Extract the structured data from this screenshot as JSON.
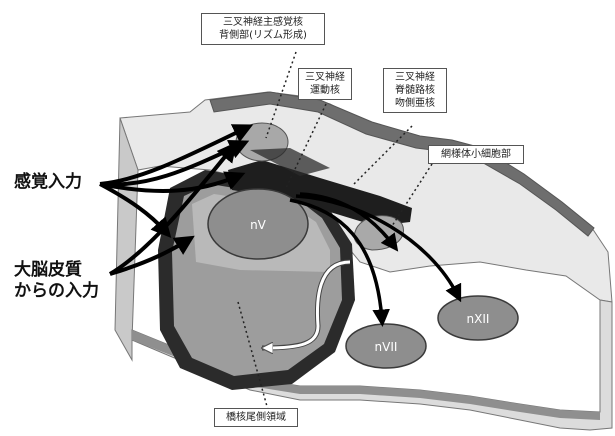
{
  "labels": {
    "sensory_main": [
      "三叉神経主感覚核",
      "背側部(リズム形成)"
    ],
    "motor": [
      "三叉神経",
      "運動核"
    ],
    "spinal": [
      "三叉神経",
      "脊髄路核",
      "吻側亜核"
    ],
    "parvocellular": "網様体小細胞部",
    "sensory_input": "感覚入力",
    "cortical_input": [
      "大脳皮質",
      "からの入力"
    ],
    "tail": "橋核尾側領域"
  },
  "nuclei": {
    "nV": "nV",
    "nVII": "nVII",
    "nXII": "nXII"
  },
  "colors": {
    "slab_light": "#ececec",
    "slab_mid": "#9a9a9a",
    "slab_dark": "#333333",
    "region_light": "#b8b8b8",
    "region_dark": "#2b2b2b",
    "nucleus": "#8e8e8e",
    "arrow": "#000000"
  }
}
